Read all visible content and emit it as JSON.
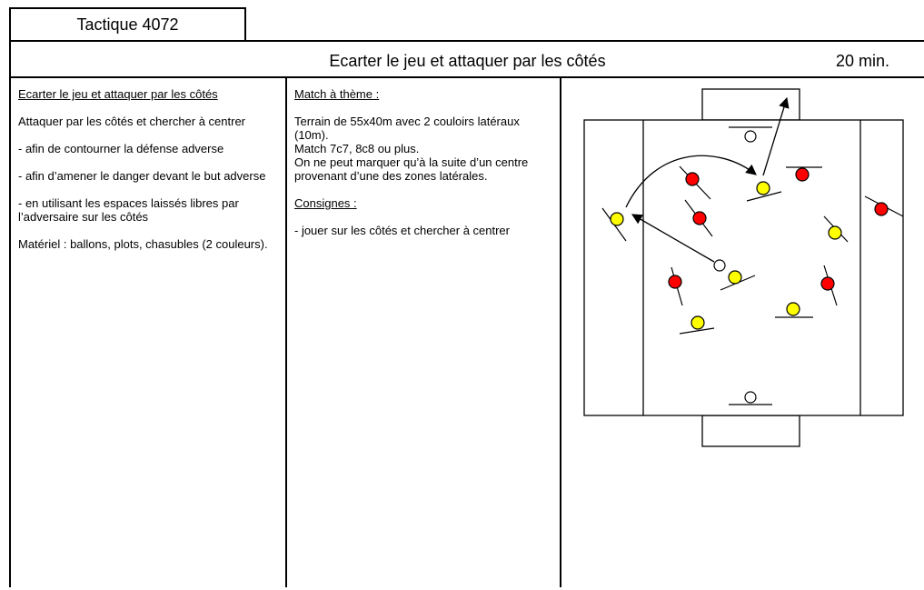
{
  "header": {
    "tag": "Tactique 4072",
    "title": "Ecarter le jeu et attaquer par les côtés",
    "duration": "20 min."
  },
  "left": {
    "heading": "Ecarter le jeu et attaquer par les côtés",
    "lines": [
      "Attaquer par les côtés et chercher à centrer",
      "- afin de contourner la défense adverse",
      "- afin d’amener le danger devant le but adverse",
      "- en utilisant les espaces laissés libres par l’adversaire sur les côtés",
      "Matériel : ballons, plots, chasubles (2 couleurs)."
    ]
  },
  "middle": {
    "theme_heading": "Match à thème :",
    "theme_lines": [
      "Terrain de 55x40m avec 2 couloirs latéraux (10m).",
      "Match 7c7, 8c8 ou plus.",
      "On ne peut marquer qu’à la suite d’un centre provenant d’une des zones latérales."
    ],
    "instructions_heading": "Consignes :",
    "instructions": [
      "- jouer sur les côtés et chercher à centrer"
    ]
  },
  "diagram": {
    "colors": {
      "yellow": "#ffff00",
      "red": "#ff0000",
      "white": "#ffffff",
      "line": "#000000"
    }
  }
}
